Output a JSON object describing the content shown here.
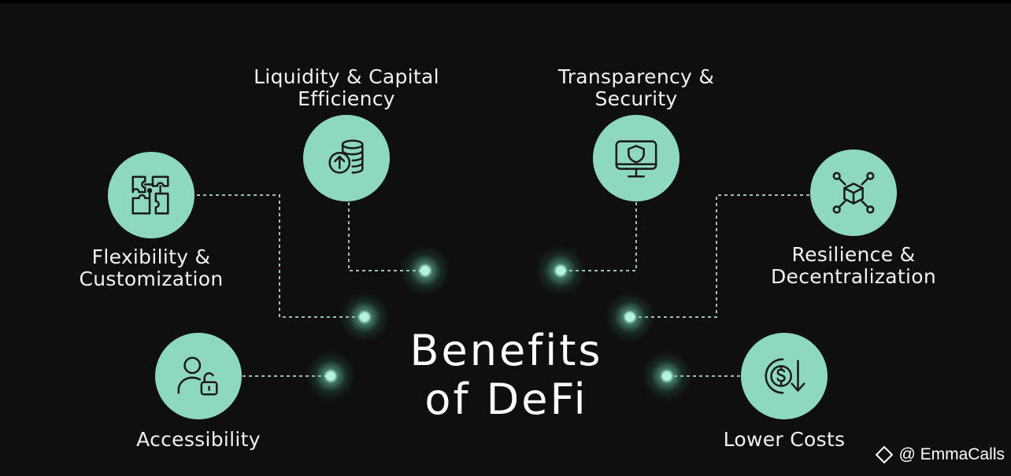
{
  "title": {
    "line1": "Benefits",
    "line2": "of DeFi"
  },
  "benefits": [
    {
      "label_line1": "Liquidity & Capital",
      "label_line2": "Efficiency",
      "icon": "coins-stack-icon"
    },
    {
      "label_line1": "Transparency &",
      "label_line2": "Security",
      "icon": "shield-monitor-icon"
    },
    {
      "label_line1": "Flexibility &",
      "label_line2": "Customization",
      "icon": "puzzle-circuit-icon"
    },
    {
      "label_line1": "Resilience &",
      "label_line2": "Decentralization",
      "icon": "network-cube-icon"
    },
    {
      "label_line1": "Accessibility",
      "label_line2": "",
      "icon": "user-unlock-icon"
    },
    {
      "label_line1": "Lower Costs",
      "label_line2": "",
      "icon": "dollar-down-icon"
    }
  ],
  "watermark": {
    "text": "@ EmmaCalls"
  },
  "colors": {
    "background": "#0f0f0f",
    "node": "#8ed8c2",
    "icon_stroke": "#1b1b1b",
    "connector": "#b8ddd2"
  }
}
